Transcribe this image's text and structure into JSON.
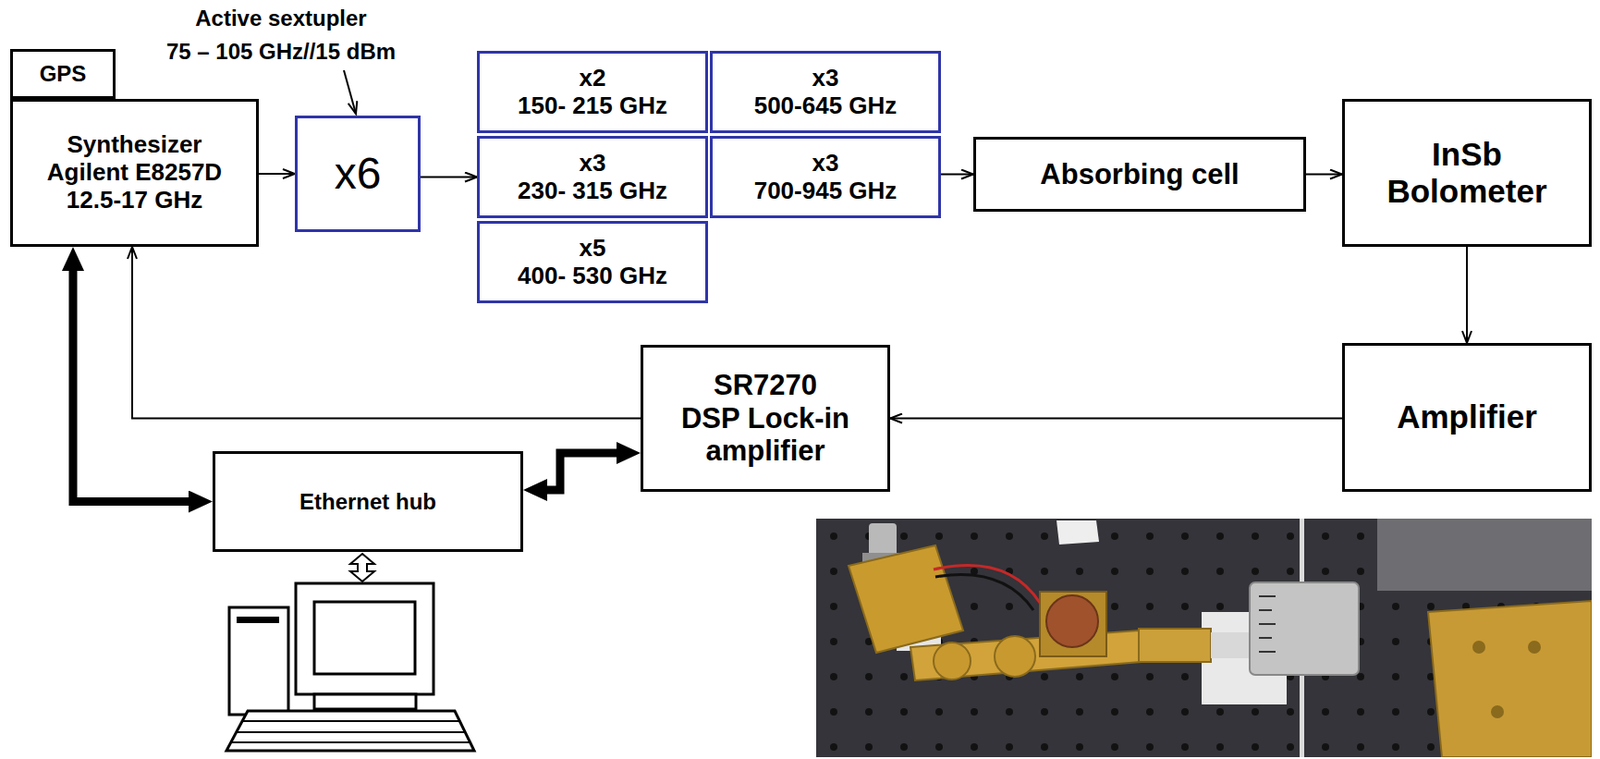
{
  "diagram": {
    "nodes": [
      {
        "text": [
          "GPS"
        ]
      },
      {
        "text": [
          "Synthesizer Agilent E8257D 12.5-17 GHz"
        ]
      },
      {
        "text": [
          "x6"
        ]
      },
      {
        "text": [
          "x2",
          "150- 215 GHz"
        ]
      },
      {
        "text": [
          "x3",
          "500-645 GHz"
        ]
      },
      {
        "text": [
          "x3",
          "230- 315 GHz"
        ]
      },
      {
        "text": [
          "x3",
          "700-945 GHz"
        ]
      },
      {
        "text": [
          "x5",
          "400- 530 GHz"
        ]
      },
      {
        "text": [
          "Absorbing cell"
        ]
      },
      {
        "text": [
          "InSb Bolometer"
        ]
      },
      {
        "text": [
          "Amplifier"
        ]
      },
      {
        "text": [
          "SR7270",
          "DSP Lock-in amplifier"
        ]
      },
      {
        "text": [
          "Ethernet hub"
        ]
      }
    ],
    "edges": [
      {
        "from": 1,
        "to": 2,
        "arrow": "to"
      },
      {
        "from": 2,
        "to": 5,
        "arrow": "to"
      },
      {
        "from": 6,
        "to": 8,
        "arrow": "to"
      },
      {
        "from": 8,
        "to": 9,
        "arrow": "to"
      },
      {
        "from": 9,
        "to": 10,
        "arrow": "to"
      },
      {
        "from": 10,
        "to": 11,
        "arrow": "to"
      },
      {
        "from": 11,
        "to": 1,
        "arrow": "to"
      },
      {
        "from": 1,
        "to": 12,
        "arrow": "both"
      },
      {
        "from": 12,
        "to": 11,
        "arrow": "both"
      }
    ],
    "labels": [
      "Active sextupler",
      "75 – 105 GHz//15 dBm"
    ]
  }
}
